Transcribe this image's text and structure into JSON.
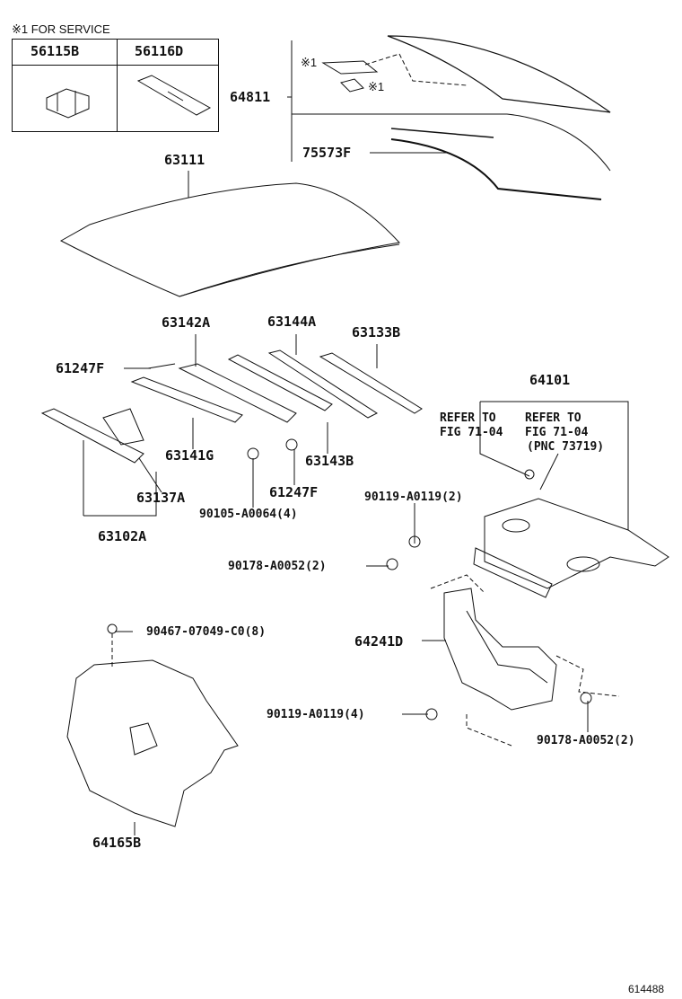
{
  "service_note": "※1 FOR SERVICE",
  "service_parts": [
    "56115B",
    "56116D"
  ],
  "marks": [
    "※1",
    "※1"
  ],
  "parts": {
    "p64811": "64811",
    "p75573F": "75573F",
    "p63111": "63111",
    "p63142A": "63142A",
    "p63144A": "63144A",
    "p63133B": "63133B",
    "p61247F_a": "61247F",
    "p63141G": "63141G",
    "p63143B": "63143B",
    "p61247F_b": "61247F",
    "p63137A": "63137A",
    "p90105": "90105-A0064(4)",
    "p63102A": "63102A",
    "p64101": "64101",
    "p90119_a": "90119-A0119(2)",
    "p90178_a": "90178-A0052(2)",
    "p90467": "90467-07049-C0(8)",
    "p64241D": "64241D",
    "p90119_b": "90119-A0119(4)",
    "p90178_b": "90178-A0052(2)",
    "p64165B": "64165B"
  },
  "refer1": [
    "REFER TO",
    "FIG 71-04"
  ],
  "refer2": [
    "REFER TO",
    "FIG 71-04",
    "(PNC 73719)"
  ],
  "figure_id": "614488"
}
